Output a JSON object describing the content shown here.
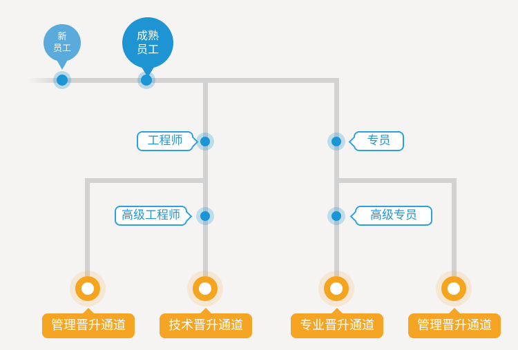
{
  "diagram": {
    "title": "career-promotion-path",
    "colors": {
      "background": "#f5f4f2",
      "line": "#d2d2d2",
      "dot_blue": "#1b95d3",
      "bubble_light_blue": "#5aaadc",
      "bubble_blue": "#1e95d2",
      "callout_border_blue": "#2ba0dc",
      "callout_text_blue": "#2196d3",
      "orange": "#f6a423"
    },
    "start_nodes": [
      {
        "name": "new-employee",
        "lines": [
          "新",
          "员工"
        ]
      },
      {
        "name": "mature-employee",
        "lines": [
          "成熟",
          "员工"
        ]
      }
    ],
    "levels": [
      {
        "name": "engineer",
        "label": "工程师"
      },
      {
        "name": "specialist",
        "label": "专员"
      },
      {
        "name": "senior-engineer",
        "label": "高级工程师"
      },
      {
        "name": "senior-specialist",
        "label": "高级专员"
      }
    ],
    "channels": [
      {
        "name": "management-channel-left",
        "label": "管理晋升通道"
      },
      {
        "name": "technical-channel",
        "label": "技术晋升通道"
      },
      {
        "name": "professional-channel",
        "label": "专业晋升通道"
      },
      {
        "name": "management-channel-right",
        "label": "管理晋升通道"
      }
    ]
  }
}
